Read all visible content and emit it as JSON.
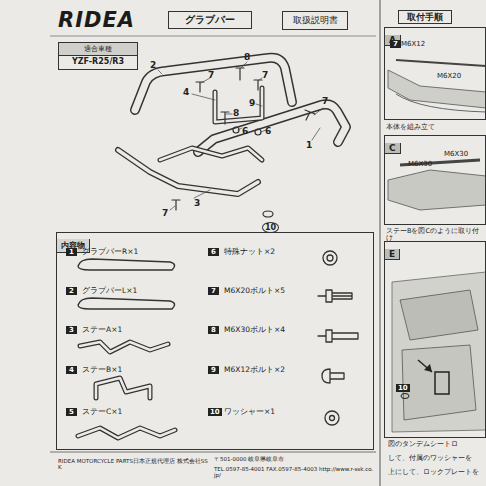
{
  "diagram": {
    "title": "グラブバー",
    "nodes": [
      {
        "text": [
          "取扱説明書"
        ]
      },
      {
        "text": [
          "適合車種",
          "YZF-R25/R3"
        ]
      },
      {
        "text": [
          "内容物"
        ]
      },
      {
        "text": [
          "A"
        ]
      },
      {
        "text": [
          "C"
        ]
      },
      {
        "text": [
          "E"
        ]
      }
    ],
    "labels": [
      "RIDEA",
      "取付手順",
      "2",
      "7",
      "8",
      "7",
      "4",
      "8",
      "9",
      "6",
      "6",
      "7",
      "1",
      "3",
      "7",
      "10",
      "1",
      "グラブバーR×1",
      "2",
      "グラブバーL×1",
      "3",
      "ステーA×1",
      "4",
      "ステーB×1",
      "5",
      "ステーC×1",
      "6",
      "特殊ナット×2",
      "7",
      "M6X20ボルト×5",
      "8",
      "M6X30ボルト×4",
      "9",
      "M6X12ボルト×2",
      "10",
      "ワッシャー×1",
      "7",
      "M6X12",
      "M6X20",
      "本体を組み立て",
      "M6X30",
      "M6X30",
      "ステーBを図Cのように取り付け",
      "10",
      "図のタンデムシートロ",
      "して、付属のワッシャーを",
      "上にして、ロックプレートを",
      "RIDEA MOTORCYCLE PARTS日本正規代理店 株式会社SSK",
      "〒501-0000 岐阜県岐阜市",
      "TEL.0597-85-4001 FAX.0597-85-4003 http://www.r-ssk.co.jp/"
    ]
  }
}
